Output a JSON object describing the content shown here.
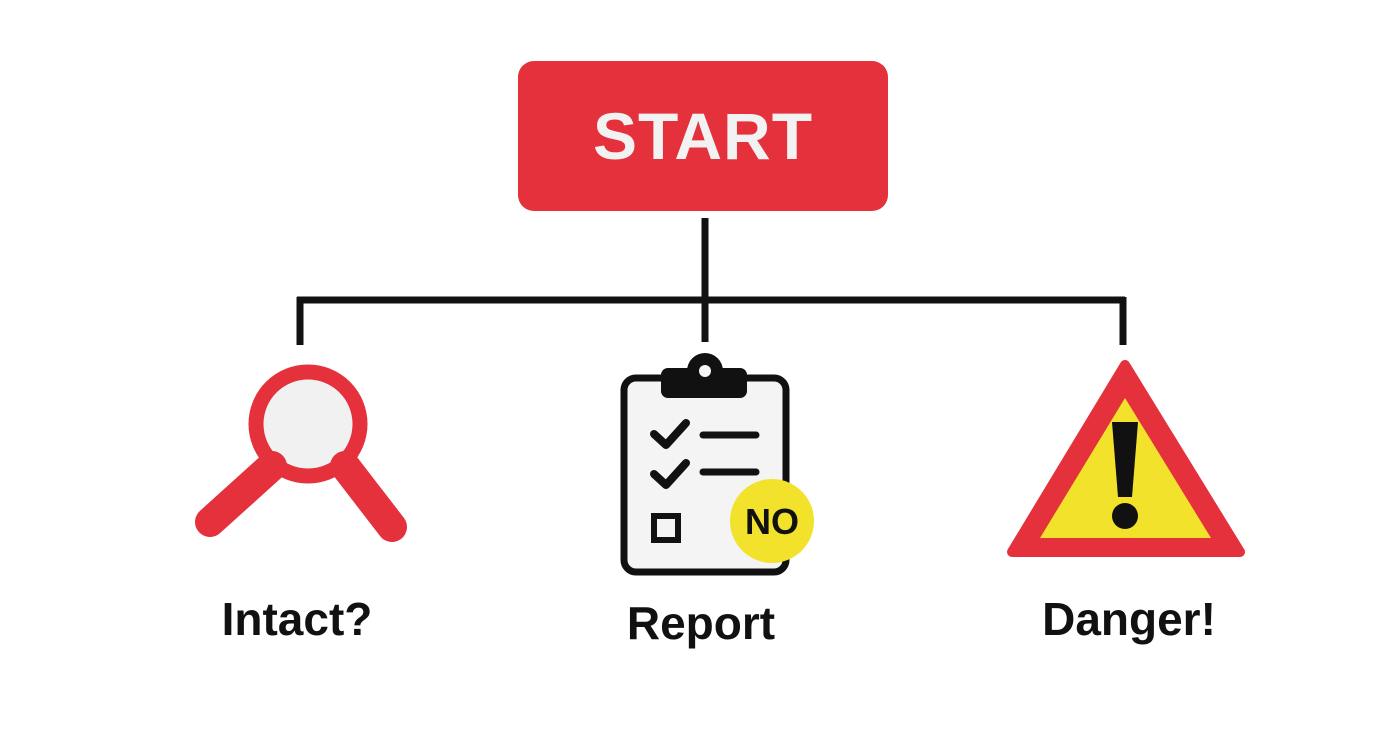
{
  "start": {
    "label": "START",
    "color": "#e4313b"
  },
  "nodes": [
    {
      "id": "intact",
      "label": "Intact?",
      "icon": "magnifier-icon"
    },
    {
      "id": "report",
      "label": "Report",
      "icon": "clipboard-checklist-icon",
      "badge": "NO"
    },
    {
      "id": "danger",
      "label": "Danger!",
      "icon": "warning-triangle-icon"
    }
  ],
  "colors": {
    "red": "#e4313b",
    "yellow": "#f2e22c",
    "line": "#111111",
    "text": "#111111"
  }
}
